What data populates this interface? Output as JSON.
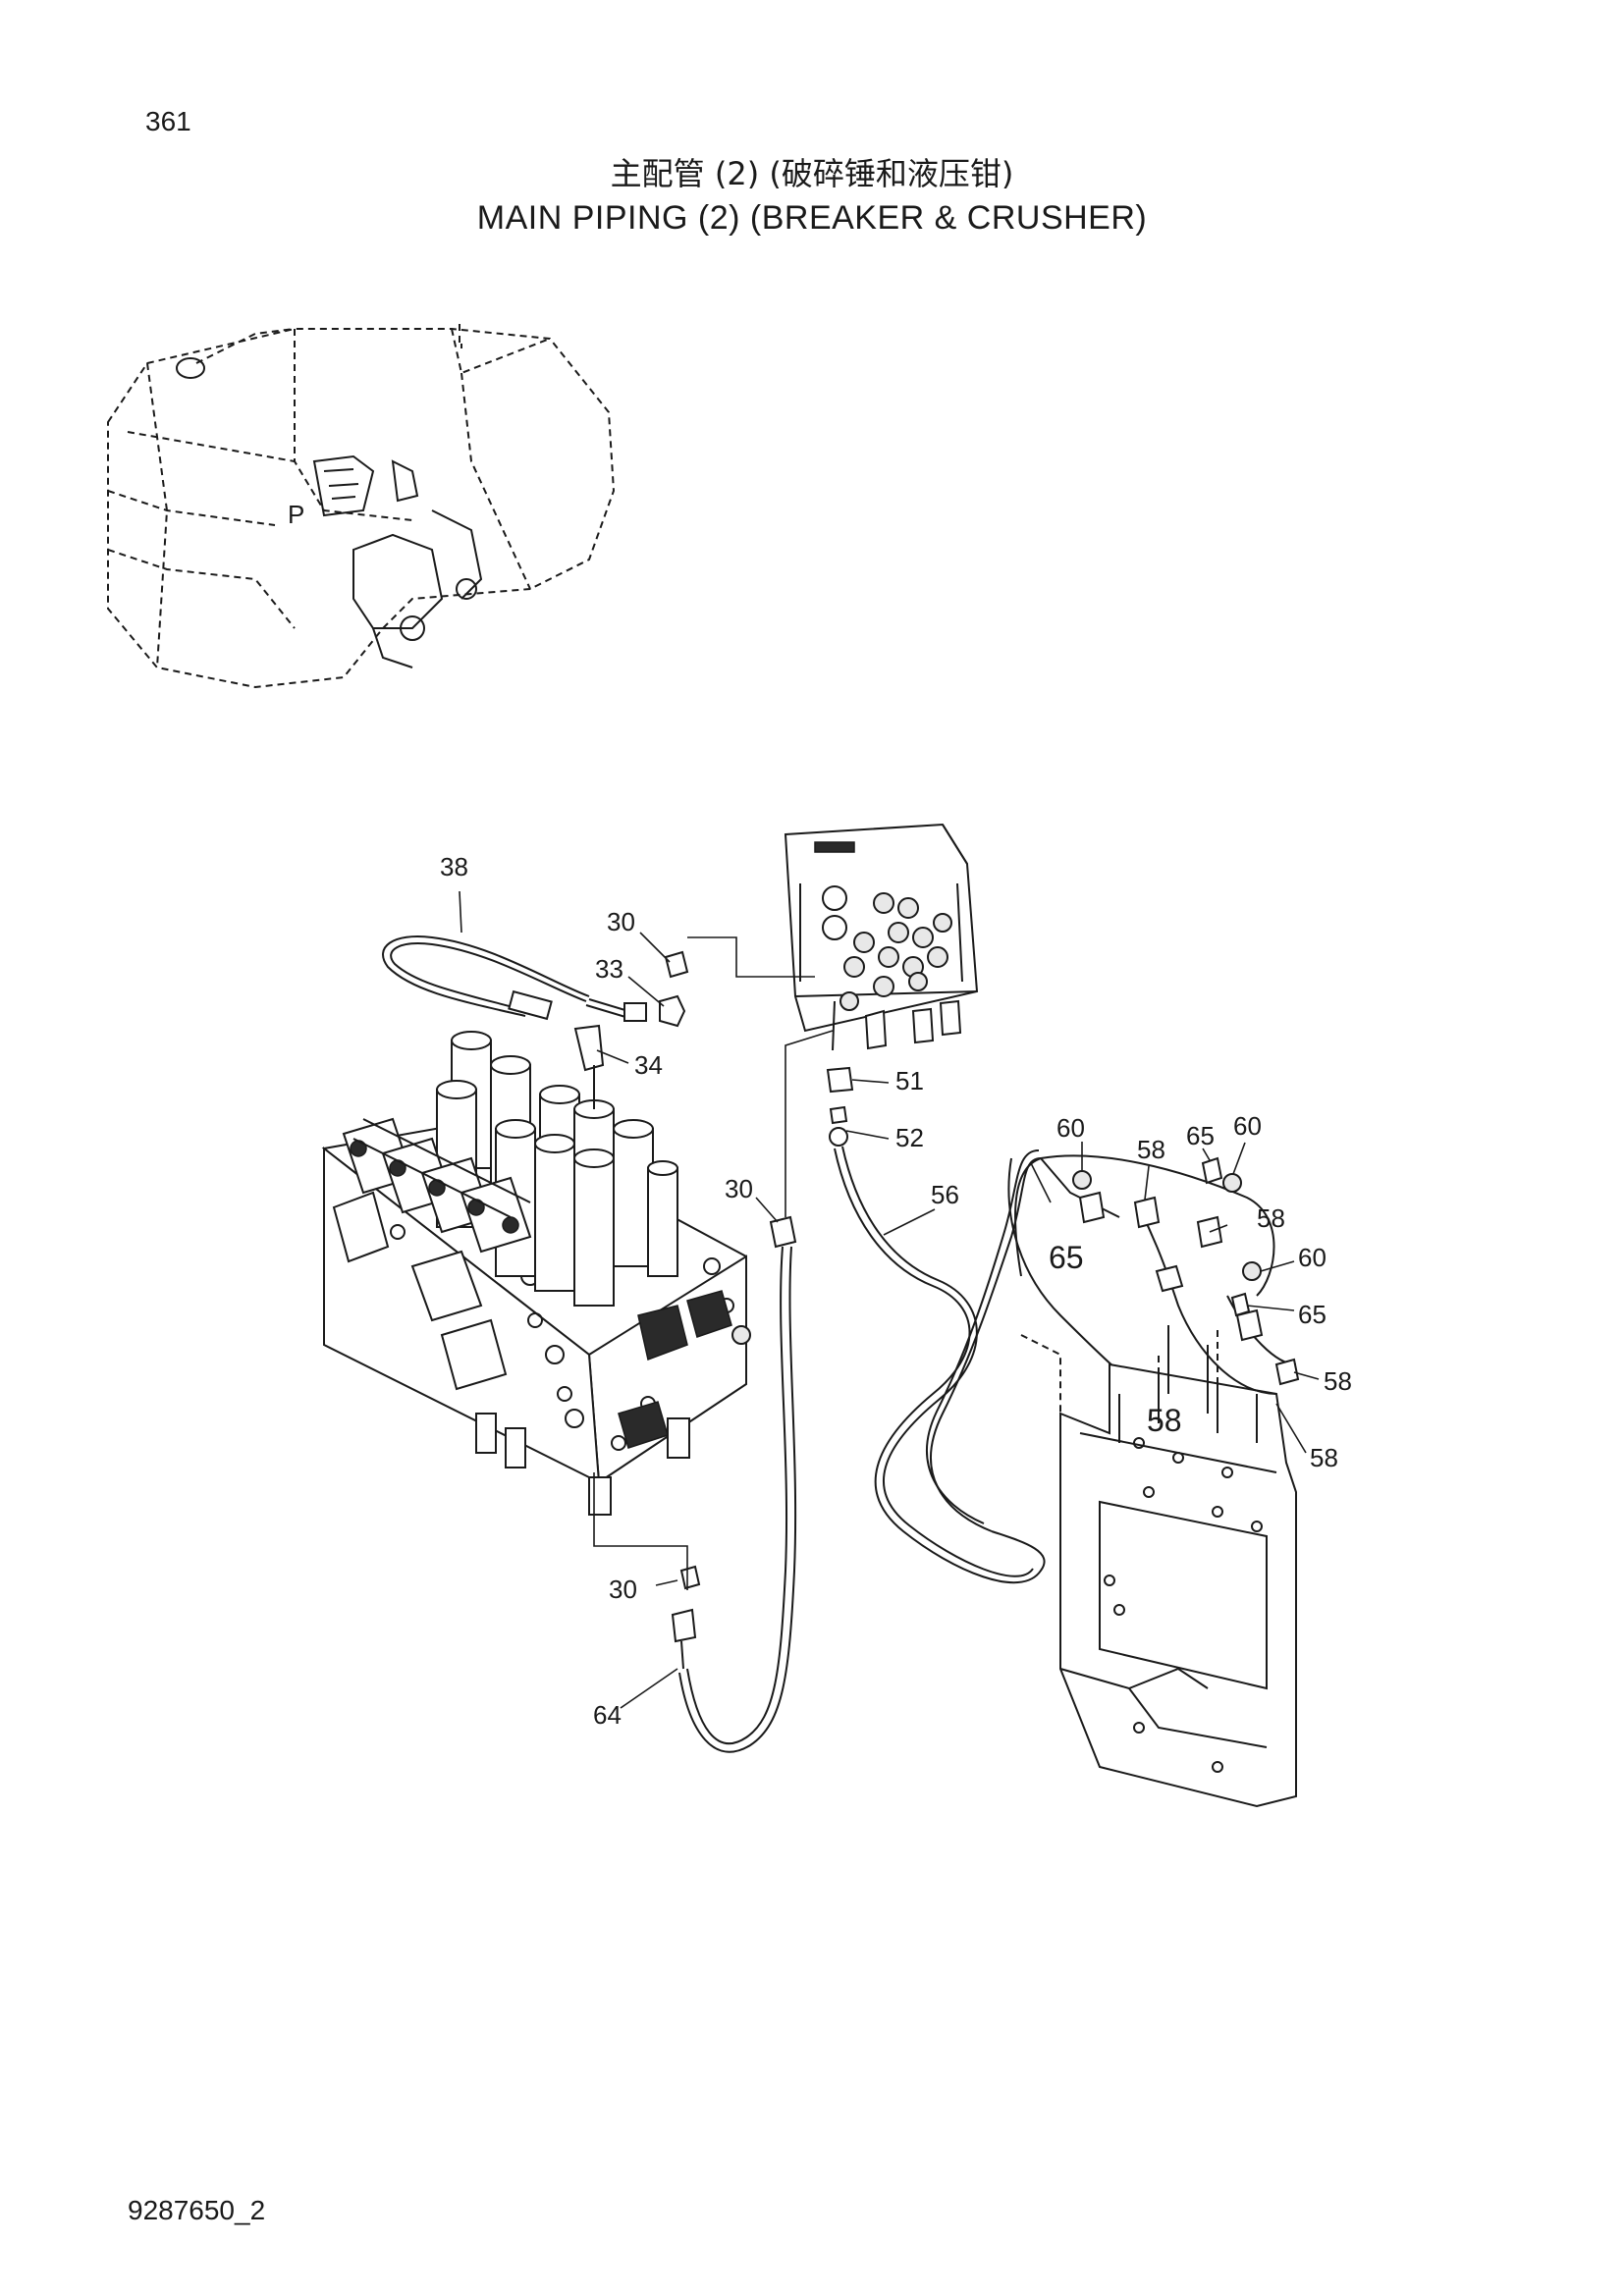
{
  "page_number": "361",
  "title_cn": "主配管 (2) (破碎锤和液压钳)",
  "title_en": "MAIN  PIPING  (2)  (BREAKER & CRUSHER)",
  "doc_number": "9287650_2",
  "overview_marker": "P",
  "callouts": {
    "c38": "38",
    "c30a": "30",
    "c33": "33",
    "c34": "34",
    "c51": "51",
    "c52": "52",
    "c30b": "30",
    "c56": "56",
    "c60a": "60",
    "c58a": "58",
    "c65a": "65",
    "c60b": "60",
    "c58b": "58",
    "c65b": "65",
    "c60c": "60",
    "c65c": "65",
    "c58c": "58",
    "c58d": "58",
    "c58e": "58",
    "c30c": "30",
    "c64": "64"
  }
}
